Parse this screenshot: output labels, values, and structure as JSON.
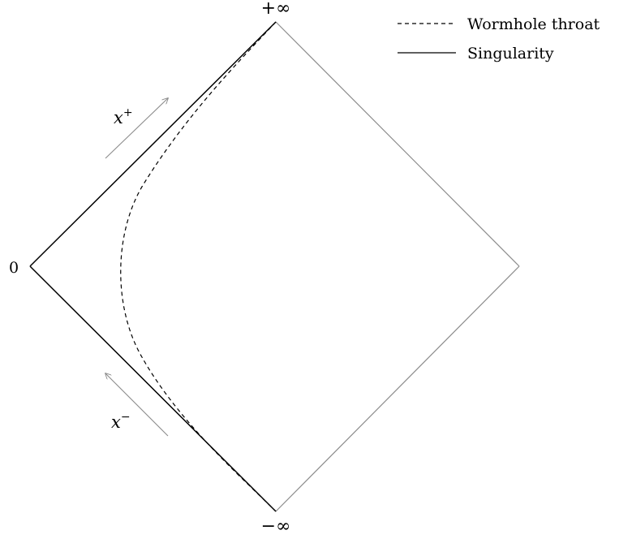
{
  "diagram": {
    "labels": {
      "top": "+∞",
      "bottom": "−∞",
      "left": "0"
    },
    "coordinates": {
      "x_plus": {
        "base": "x",
        "superscript": "+"
      },
      "x_minus": {
        "base": "x",
        "superscript": "−"
      }
    },
    "legend": [
      {
        "label": "Wormhole throat",
        "style": "dashed"
      },
      {
        "label": "Singularity",
        "style": "solid"
      }
    ],
    "colors": {
      "singularity": "#000000",
      "throat": "#000000",
      "boundary": "#8c8c8c",
      "arrow": "#8c8c8c"
    }
  }
}
